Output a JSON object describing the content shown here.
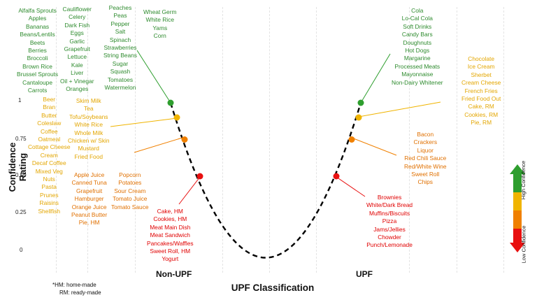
{
  "chart_data": {
    "type": "scatter",
    "ylabel": "Confidence Rating",
    "xlabel": "UPF Classification",
    "x_categories": [
      "Non-UPF",
      "UPF"
    ],
    "y_ticks": [
      "1",
      "0.75",
      "0.50",
      "0.25",
      "0"
    ],
    "ylim": [
      0,
      1
    ],
    "curve": "dashed parabola",
    "points": [
      {
        "x": "Non-UPF",
        "y": 1.0,
        "color": "#2e9e2e"
      },
      {
        "x": "Non-UPF",
        "y": 0.9,
        "color": "#f0b400"
      },
      {
        "x": "Non-UPF",
        "y": 0.75,
        "color": "#f08000"
      },
      {
        "x": "Non-UPF",
        "y": 0.5,
        "color": "#e81010"
      },
      {
        "x": "UPF",
        "y": 1.0,
        "color": "#2e9e2e"
      },
      {
        "x": "UPF",
        "y": 0.9,
        "color": "#f0b400"
      },
      {
        "x": "UPF",
        "y": 0.75,
        "color": "#f08000"
      },
      {
        "x": "UPF",
        "y": 0.5,
        "color": "#e81010"
      }
    ],
    "legend": {
      "high": "High Confidence",
      "low": "Low Confidence",
      "colors": [
        "#2e9e2e",
        "#f0b400",
        "#f08000",
        "#e81010"
      ]
    }
  },
  "lists": {
    "g1": [
      "Alfalfa Sprouts",
      "Apples",
      "Bananas",
      "Beans/Lentils",
      "Beets",
      "Berries",
      "Broccoli",
      "Brown Rice",
      "Brussel Sprouts",
      "Cantaloupe",
      "Carrots"
    ],
    "g2": [
      "Cauliflower",
      "Celery",
      "Dark Fish",
      "Eggs",
      "Garlic",
      "Grapefruit",
      "Lettuce",
      "Kale",
      "Liver",
      "Oil + Vinegar",
      "Oranges"
    ],
    "g3": [
      "Peaches",
      "Peas",
      "Pepper",
      "Salt",
      "Spinach",
      "Strawberries",
      "String Beans",
      "Sugar",
      "Squash",
      "Tomatoes",
      "Watermelon"
    ],
    "g4": [
      "Wheat Germ",
      "White Rice",
      "Yams",
      "Corn"
    ],
    "y1": [
      "Beer",
      "Bran",
      "Butter",
      "Coleslaw",
      "Coffee",
      "Oatmeal",
      "Cottage Cheese",
      "Cream",
      "Decaf Coffee",
      "Mixed Veg",
      "Nuts",
      "Pasta",
      "Prunes",
      "Raisins",
      "Shellfish"
    ],
    "y2": [
      "Skim Milk",
      "Tea",
      "Tofu/Soybeans",
      "White Rice",
      "Whole Milk",
      "Chicken w/ Skin",
      "Mustard",
      "Fried Food"
    ],
    "o1": [
      "Apple Juice",
      "Canned Tuna",
      "Grapefruit",
      "Hamburger",
      "Orange Juice",
      "Peanut Butter",
      "Pie, HM"
    ],
    "o2": [
      "Popcorn",
      "Potatoes",
      "Sour Cream",
      "Tomato Juice",
      "Tomato Sauce"
    ],
    "r1": [
      "Cake, HM",
      "Cookies, HM",
      "Meat Main Dish",
      "Meat Sandwich",
      "Pancakes/Waffles",
      "Sweet Roll, HM",
      "Yogurt"
    ],
    "ug": [
      "Cola",
      "Lo-Cal Cola",
      "Soft Drinks",
      "Candy Bars",
      "Doughnuts",
      "Hot Dogs",
      "Margarine",
      "Processed Meats",
      "Mayonnaise",
      "Non-Dairy Whitener"
    ],
    "uy": [
      "Chocolate",
      "Ice Cream",
      "Sherbet",
      "Cream Cheese",
      "French Fries",
      "Fried Food Out",
      "Cake, RM",
      "Cookies, RM",
      "Pie, RM"
    ],
    "uo": [
      "Bacon",
      "Crackers",
      "Liquor",
      "Red Chili Sauce",
      "Red/White Wine",
      "Sweet Roll",
      "Chips"
    ],
    "ur": [
      "Brownies",
      "White/Dark Bread",
      "Muffins/Biscuits",
      "Pizza",
      "Jams/Jellies",
      "Chowder",
      "Punch/Lemonade"
    ]
  },
  "footnote": {
    "line1": "*HM: home-made",
    "line2": "RM: ready-made"
  }
}
